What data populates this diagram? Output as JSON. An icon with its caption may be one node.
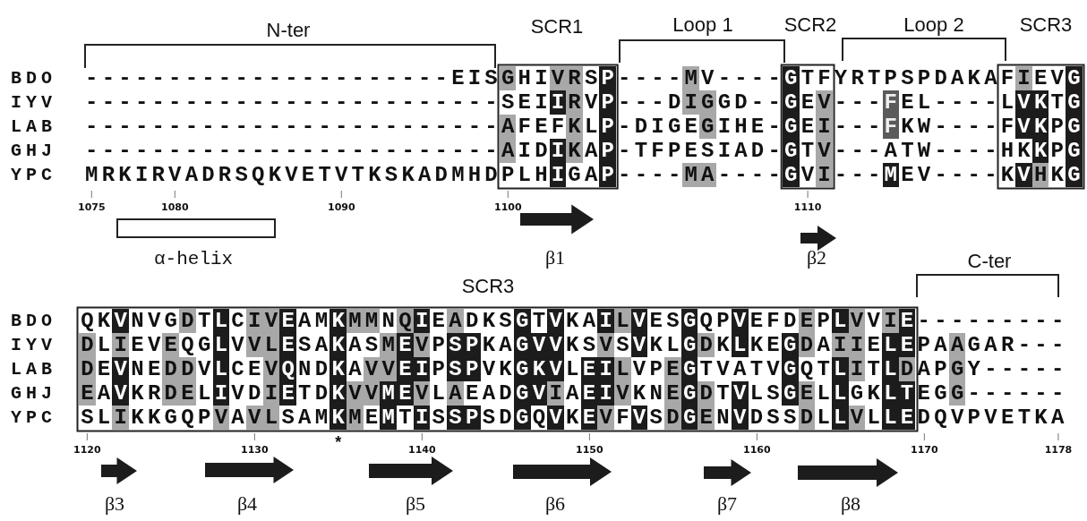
{
  "diagram": {
    "nodes": [
      {
        "text": [],
        "shape": "box",
        "beside": [
          "SCR1"
        ]
      },
      {
        "text": [],
        "shape": "box",
        "beside": [
          "SCR2"
        ]
      },
      {
        "text": [],
        "shape": "box",
        "beside": [
          "SCR3"
        ]
      },
      {
        "text": [
          "α-helix"
        ]
      },
      {
        "text": [],
        "shape": "box",
        "beside": [
          "SCR3"
        ]
      }
    ],
    "labels": [
      "N-ter",
      "Loop 1",
      "Loop 2",
      "BDO",
      "----------------------EISGHIVRSP----MV----GTFYRTPSPDAKAFIEVG",
      "IYV",
      "-------------------------SEIIRVP---DIGGD--GEV---FEL----LVKTG",
      "LAB",
      "-------------------------AFEFKLP-DIGEGIHE-GEI---FKW----FVKPG",
      "GHJ",
      "-------------------------AIDIKAP-TFPESIAD-GTV---ATW----HKKPG",
      "YPC",
      "MRKIRVADRSQKVETVTKSKADMHDPLHIGAP----MA----GVI---MEV----KVHKG",
      "1075",
      "1080",
      "1090",
      "1100",
      "1110",
      "β1",
      "β2",
      "C-ter",
      "BDO",
      "QKVNVGDTLCIVEAMKMMNQIEADKSGTVKAILVESGQPVEFDEPLVVIE---------",
      "IYV",
      "DLIEVEQGLVVLESAKASMEVPSPKAGVVKSVSVKLGDKLKEGDAIIELEPAAGAR---",
      "LAB",
      "DEVNEDDVLCEVQNDKAVVEIPSPVKGKVLEILVPEGTVATVGQTLITLDAPGY-----",
      "GHJ",
      "EAVKRDELIVDIETDKVVMEVLAEADGVIAEIVKNEGDTVLSGELLGKLTEGG------",
      "YPC",
      "SLIKKGQPVAVLSAMKMEMTISSPSDGQVKEVFVSDGENVDSSDLLVLLEDQVPVETKA",
      "*",
      "1120",
      "1130",
      "1140",
      "1150",
      "1160",
      "1170",
      "1178",
      "β3",
      "β4",
      "β5",
      "β6",
      "β7",
      "β8"
    ]
  }
}
